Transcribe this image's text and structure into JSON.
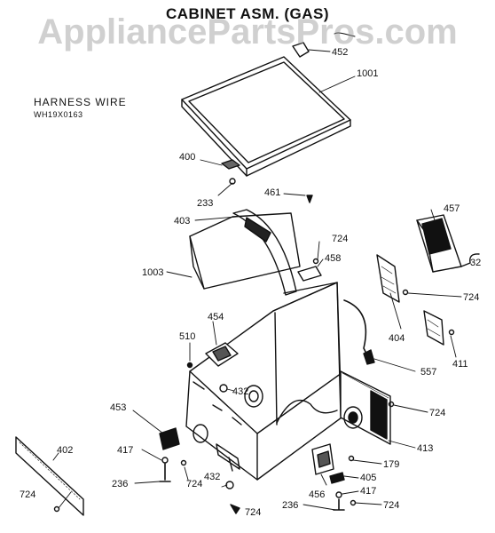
{
  "title": "CABINET ASM. (GAS)",
  "watermark": "AppliancePartsPros.com",
  "harness": {
    "line1": "HARNESS WIRE",
    "line2": "WH19X0163"
  },
  "callouts": [
    {
      "id": "c452",
      "text": "452"
    },
    {
      "id": "c1001",
      "text": "1001"
    },
    {
      "id": "c400",
      "text": "400"
    },
    {
      "id": "c233",
      "text": "233"
    },
    {
      "id": "c461",
      "text": "461"
    },
    {
      "id": "c403",
      "text": "403"
    },
    {
      "id": "c457",
      "text": "457"
    },
    {
      "id": "c32",
      "text": "32"
    },
    {
      "id": "c724a",
      "text": "724"
    },
    {
      "id": "c458",
      "text": "458"
    },
    {
      "id": "c1003",
      "text": "1003"
    },
    {
      "id": "c724b",
      "text": "724"
    },
    {
      "id": "c454",
      "text": "454"
    },
    {
      "id": "c404",
      "text": "404"
    },
    {
      "id": "c510",
      "text": "510"
    },
    {
      "id": "c557",
      "text": "557"
    },
    {
      "id": "c411",
      "text": "411"
    },
    {
      "id": "c432a",
      "text": "432"
    },
    {
      "id": "c453",
      "text": "453"
    },
    {
      "id": "c724c",
      "text": "724"
    },
    {
      "id": "c402",
      "text": "402"
    },
    {
      "id": "c413",
      "text": "413"
    },
    {
      "id": "c417a",
      "text": "417"
    },
    {
      "id": "c179",
      "text": "179"
    },
    {
      "id": "c236a",
      "text": "236"
    },
    {
      "id": "c724d",
      "text": "724"
    },
    {
      "id": "c432b",
      "text": "432"
    },
    {
      "id": "c405",
      "text": "405"
    },
    {
      "id": "c456",
      "text": "456"
    },
    {
      "id": "c417b",
      "text": "417"
    },
    {
      "id": "c724e",
      "text": "724"
    },
    {
      "id": "c236b",
      "text": "236"
    },
    {
      "id": "c724f",
      "text": "724"
    },
    {
      "id": "c724g",
      "text": "724"
    }
  ]
}
